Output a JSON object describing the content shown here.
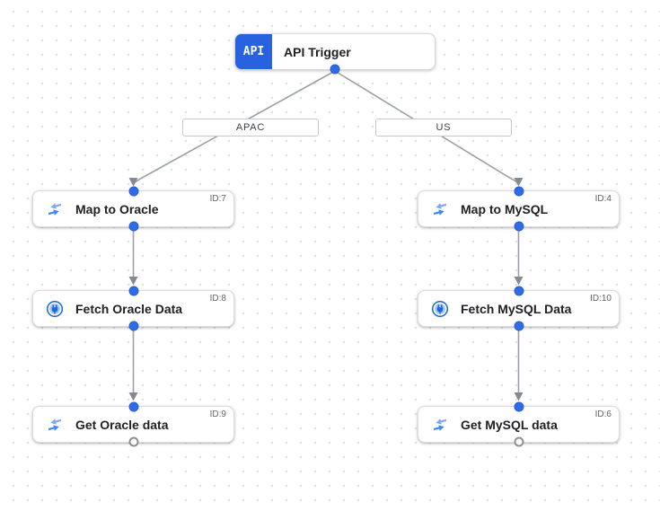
{
  "canvas": {
    "type": "integration-workflow-editor"
  },
  "colors": {
    "accent_blue": "#2962e0",
    "port_blue": "#2f6be4",
    "edge_gray": "#9aa0a6",
    "node_border": "#dadce0",
    "grid_dot": "#dfe1e5",
    "icon_blue": "#4285f4",
    "icon_light_blue": "#7baaf7",
    "connector_blue": "#1967d2"
  },
  "trigger": {
    "badge": "API",
    "label": "API Trigger"
  },
  "edge_labels": [
    {
      "label": "APAC"
    },
    {
      "label": "US"
    }
  ],
  "nodes": [
    {
      "label": "Map to Oracle",
      "id": "ID:7",
      "icon": "data-mapping-icon"
    },
    {
      "label": "Fetch Oracle Data",
      "id": "ID:8",
      "icon": "connector-icon"
    },
    {
      "label": "Get Oracle data",
      "id": "ID:9",
      "icon": "data-mapping-icon"
    },
    {
      "label": "Map to MySQL",
      "id": "ID:4",
      "icon": "data-mapping-icon"
    },
    {
      "label": "Fetch MySQL Data",
      "id": "ID:10",
      "icon": "connector-icon"
    },
    {
      "label": "Get MySQL data",
      "id": "ID:6",
      "icon": "data-mapping-icon"
    }
  ]
}
